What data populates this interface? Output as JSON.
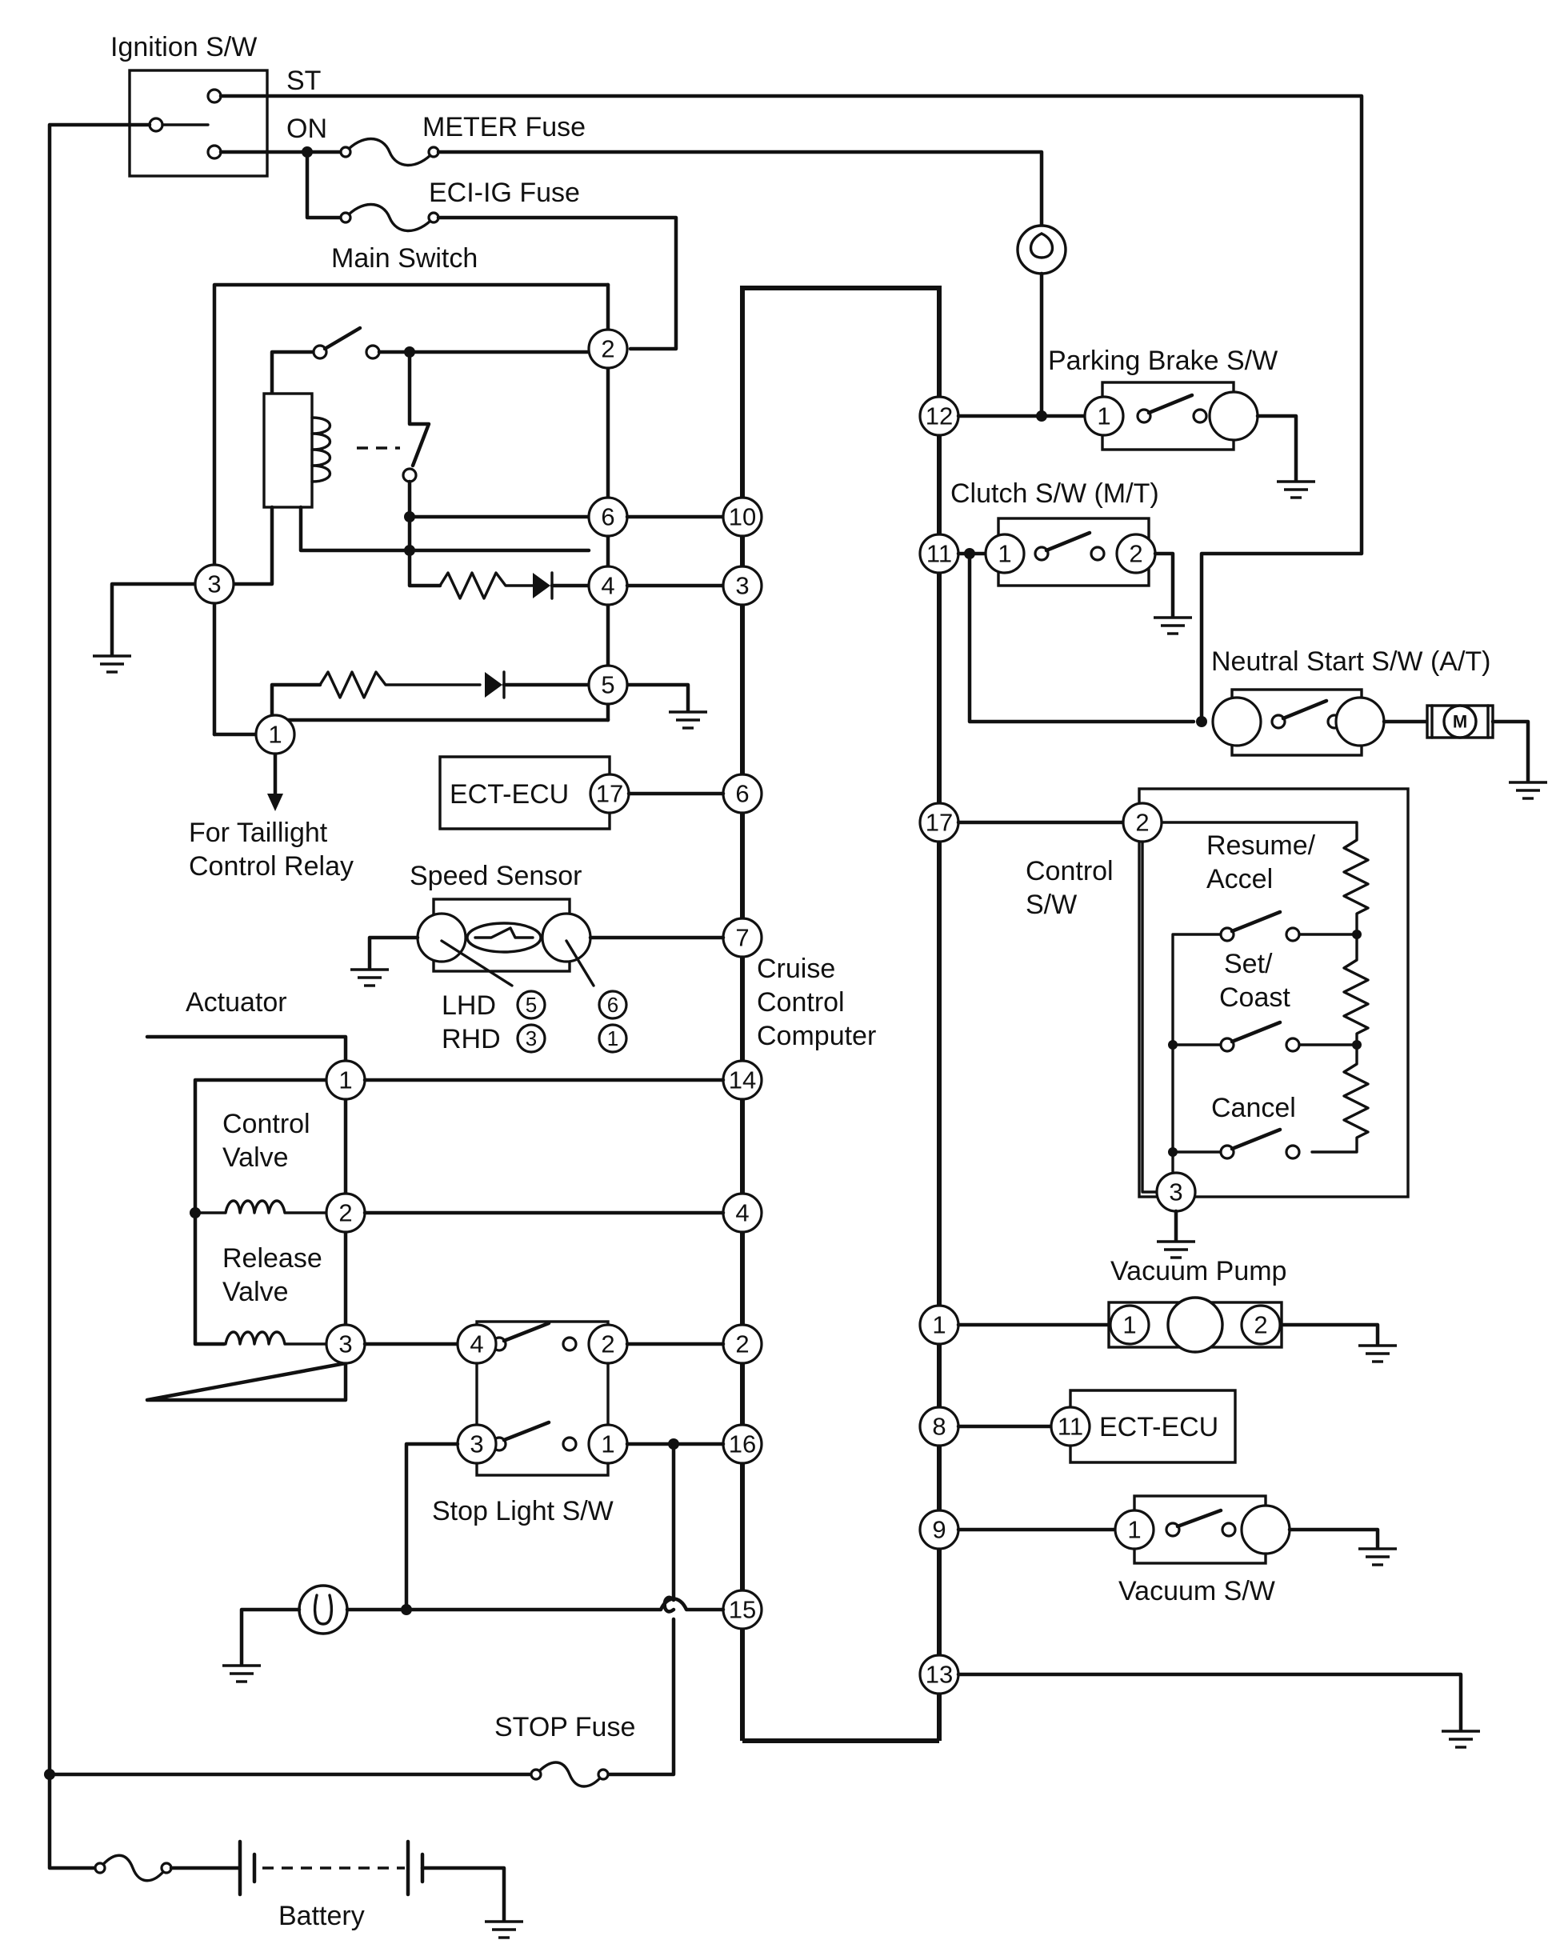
{
  "labels": {
    "ignition": "Ignition S/W",
    "st": "ST",
    "on": "ON",
    "meter_fuse": "METER Fuse",
    "eci_fuse": "ECI-IG Fuse",
    "main_switch": "Main Switch",
    "parking_brake": "Parking Brake S/W",
    "clutch": "Clutch S/W (M/T)",
    "neutral_start": "Neutral Start S/W (A/T)",
    "for_taillight_1": "For Taillight",
    "for_taillight_2": "Control Relay",
    "ect_ecu": "ECT-ECU",
    "speed_sensor": "Speed Sensor",
    "lhd": "LHD",
    "rhd": "RHD",
    "cruise_1": "Cruise",
    "cruise_2": "Control",
    "cruise_3": "Computer",
    "control_sw_1": "Control",
    "control_sw_2": "S/W",
    "resume_1": "Resume/",
    "resume_2": "Accel",
    "set_1": "Set/",
    "set_2": "Coast",
    "cancel": "Cancel",
    "actuator": "Actuator",
    "control_valve_1": "Control",
    "control_valve_2": "Valve",
    "release_valve_1": "Release",
    "release_valve_2": "Valve",
    "vacuum_pump": "Vacuum Pump",
    "ect_ecu_2": "ECT-ECU",
    "vacuum_sw": "Vacuum S/W",
    "stop_light": "Stop Light S/W",
    "stop_fuse": "STOP Fuse",
    "battery": "Battery",
    "motor": "M"
  },
  "pins": {
    "main_2": "2",
    "main_6": "6",
    "main_4": "4",
    "main_3": "3",
    "main_5": "5",
    "main_1": "1",
    "cc_10": "10",
    "cc_3": "3",
    "cc_6": "6",
    "cc_7": "7",
    "cc_14": "14",
    "cc_4": "4",
    "cc_2": "2",
    "cc_16": "16",
    "cc_15": "15",
    "cc_12": "12",
    "cc_11": "11",
    "cc_17": "17",
    "cc_1": "1",
    "cc_8": "8",
    "cc_9": "9",
    "cc_13": "13",
    "ect_17": "17",
    "ect2_11": "11",
    "pb_1": "1",
    "cl_1": "1",
    "cl_2": "2",
    "csw_2": "2",
    "csw_3": "3",
    "vp_1": "1",
    "vp_2": "2",
    "vs_1": "1",
    "act_1": "1",
    "act_2": "2",
    "act_3": "3",
    "sl_4": "4",
    "sl_2": "2",
    "sl_3": "3",
    "sl_1": "1",
    "lhd_a": "5",
    "lhd_b": "6",
    "rhd_a": "3",
    "rhd_b": "1"
  }
}
